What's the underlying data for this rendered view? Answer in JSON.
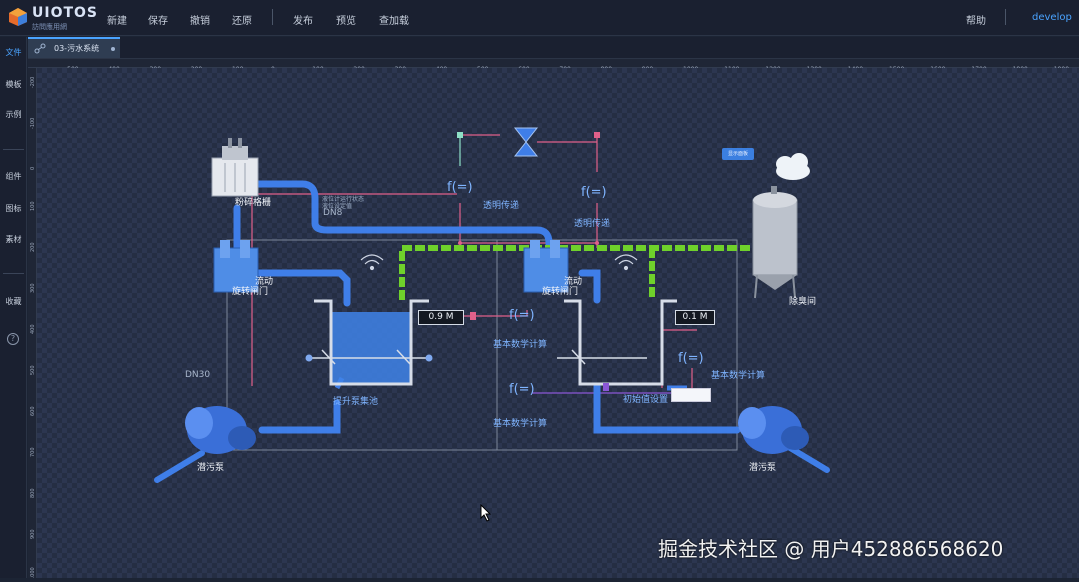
{
  "app": {
    "logo_name": "UIOTOS",
    "logo_sub": "訪問應用網"
  },
  "menu": {
    "items": [
      "新建",
      "保存",
      "撤销",
      "还原",
      "发布",
      "预览",
      "查加载"
    ],
    "help": "帮助",
    "user": "develop"
  },
  "sidebar": {
    "items": [
      "文件",
      "模板",
      "示例",
      "组件",
      "图标",
      "素材",
      "收藏"
    ],
    "help_glyph": "?"
  },
  "tab": {
    "label": "03-污水系统"
  },
  "ruler": {
    "h_ticks": [
      "-500",
      "-400",
      "-300",
      "-200",
      "-100",
      "0",
      "100",
      "200",
      "300",
      "400",
      "500",
      "600",
      "700",
      "800",
      "900",
      "1000",
      "1100",
      "1200",
      "1300",
      "1400",
      "1500",
      "1600",
      "1700",
      "1800",
      "1900"
    ],
    "v_ticks": [
      "-200",
      "-100",
      "0",
      "100",
      "200",
      "300",
      "400",
      "500",
      "600",
      "700",
      "800",
      "900",
      "1000"
    ]
  },
  "diagram": {
    "crusher_label": "粉碎格栅",
    "rotary_left_label": "旋转闸门",
    "rotary_right_label": "旋转闸门",
    "flow_left_label": "流动",
    "flow_right_label": "流动",
    "pipe_dn8": "DN8",
    "pipe_dn30": "DN30",
    "small_note_1": "液位计运行状态",
    "small_note_2": "液位设定值",
    "pass_left": "透明传递",
    "pass_right": "透明传递",
    "math_1": "基本数学计算",
    "math_2": "基本数学计算",
    "math_3": "基本数学计算",
    "tank_label": "提升泵集池",
    "display_left": "0.9 M",
    "display_right": "0.1 M",
    "pump_left_label": "潜污泵",
    "pump_right_label": "潜污泵",
    "deodor_label": "除臭间",
    "init_label": "初始值设置",
    "blue_button": "显示面板",
    "func_glyph": "f(=)"
  },
  "watermark": "掘金技术社区 @ 用户452886568620",
  "colors": {
    "pipe_blue": "#3f7ee8",
    "pipe_green": "#6fd12b",
    "signal_pink": "#e0608a",
    "accent": "#4aa3ff"
  }
}
